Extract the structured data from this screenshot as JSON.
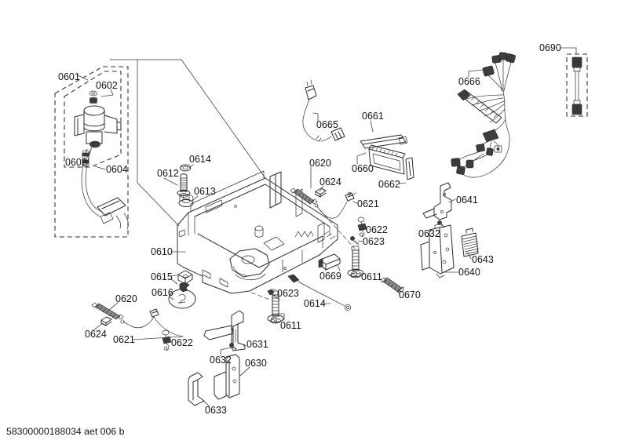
{
  "drawing": {
    "footer_code": "58300000188034 aet 006 b",
    "ink_color": "#2d2d2d",
    "background_color": "#ffffff"
  },
  "labels": [
    {
      "text": "0601"
    },
    {
      "text": "0602"
    },
    {
      "text": "0603"
    },
    {
      "text": "0604"
    },
    {
      "text": "0614"
    },
    {
      "text": "0612"
    },
    {
      "text": "0613"
    },
    {
      "text": "0610"
    },
    {
      "text": "0615"
    },
    {
      "text": "0616"
    },
    {
      "text": "0620"
    },
    {
      "text": "0624"
    },
    {
      "text": "0621"
    },
    {
      "text": "0622"
    },
    {
      "text": "0632"
    },
    {
      "text": "0631"
    },
    {
      "text": "0630"
    },
    {
      "text": "0633"
    },
    {
      "text": "0623"
    },
    {
      "text": "0614"
    },
    {
      "text": "0611"
    },
    {
      "text": "0669"
    },
    {
      "text": "0611"
    },
    {
      "text": "0670"
    },
    {
      "text": "0620"
    },
    {
      "text": "0624"
    },
    {
      "text": "0621"
    },
    {
      "text": "0622"
    },
    {
      "text": "0623"
    },
    {
      "text": "0665"
    },
    {
      "text": "0661"
    },
    {
      "text": "0660"
    },
    {
      "text": "0662"
    },
    {
      "text": "0666"
    },
    {
      "text": "0690"
    },
    {
      "text": "0632"
    },
    {
      "text": "0641"
    },
    {
      "text": "0643"
    },
    {
      "text": "0640"
    }
  ]
}
